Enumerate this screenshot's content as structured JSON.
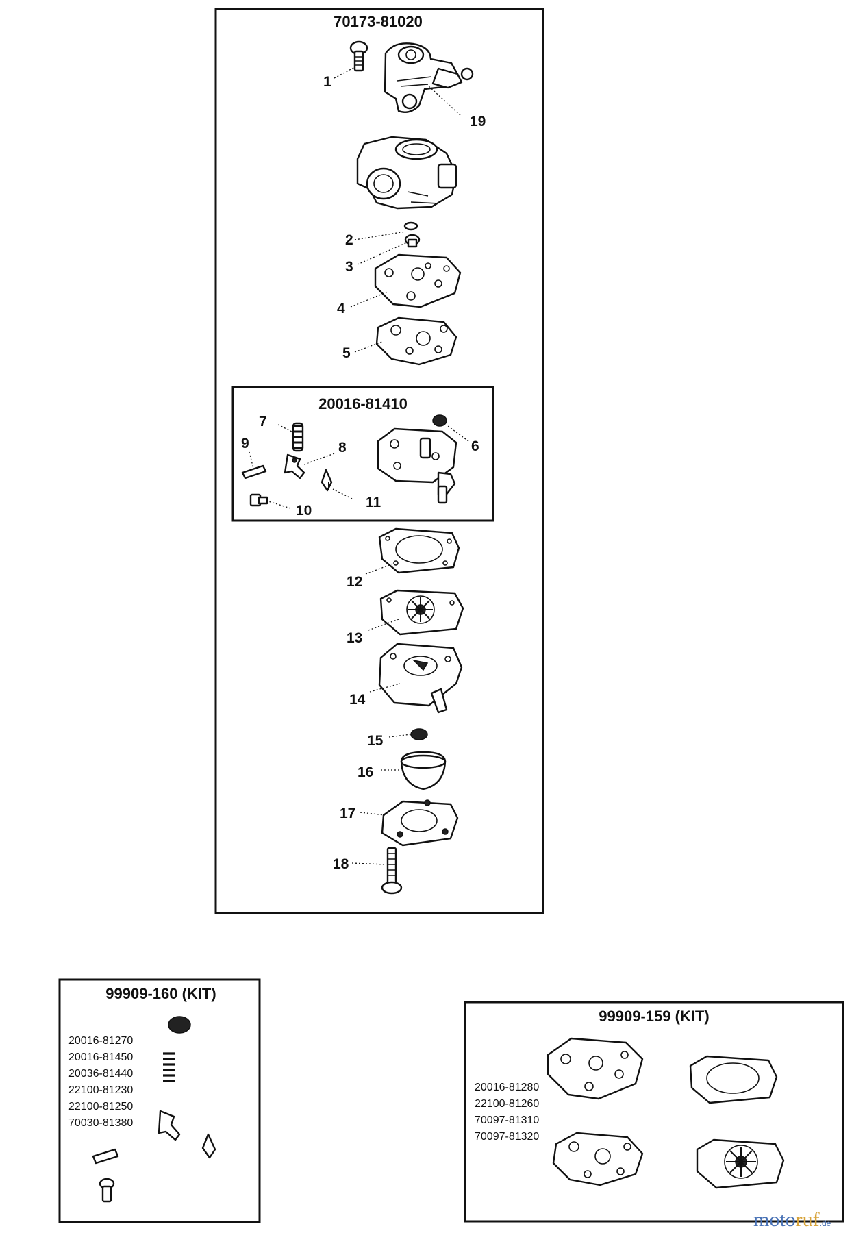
{
  "assembly": {
    "part_number": "70173-81020",
    "sub_assembly_part_number": "20016-81410",
    "callouts": [
      "1",
      "2",
      "3",
      "4",
      "5",
      "6",
      "7",
      "8",
      "9",
      "10",
      "11",
      "12",
      "13",
      "14",
      "15",
      "16",
      "17",
      "18",
      "19"
    ]
  },
  "kits": [
    {
      "title": "99909-160 (KIT)",
      "part_numbers": [
        "20016-81270",
        "20016-81450",
        "20036-81440",
        "22100-81230",
        "22100-81250",
        "70030-81380"
      ]
    },
    {
      "title": "99909-159 (KIT)",
      "part_numbers": [
        "20016-81280",
        "22100-81260",
        "70097-81310",
        "70097-81320"
      ]
    }
  ],
  "watermark": {
    "part1": "moto",
    "part2": "ruf",
    "suffix": ".de"
  },
  "colors": {
    "line": "#111111",
    "watermark_blue": "#4a73b6",
    "watermark_gold": "#d7a33a"
  }
}
